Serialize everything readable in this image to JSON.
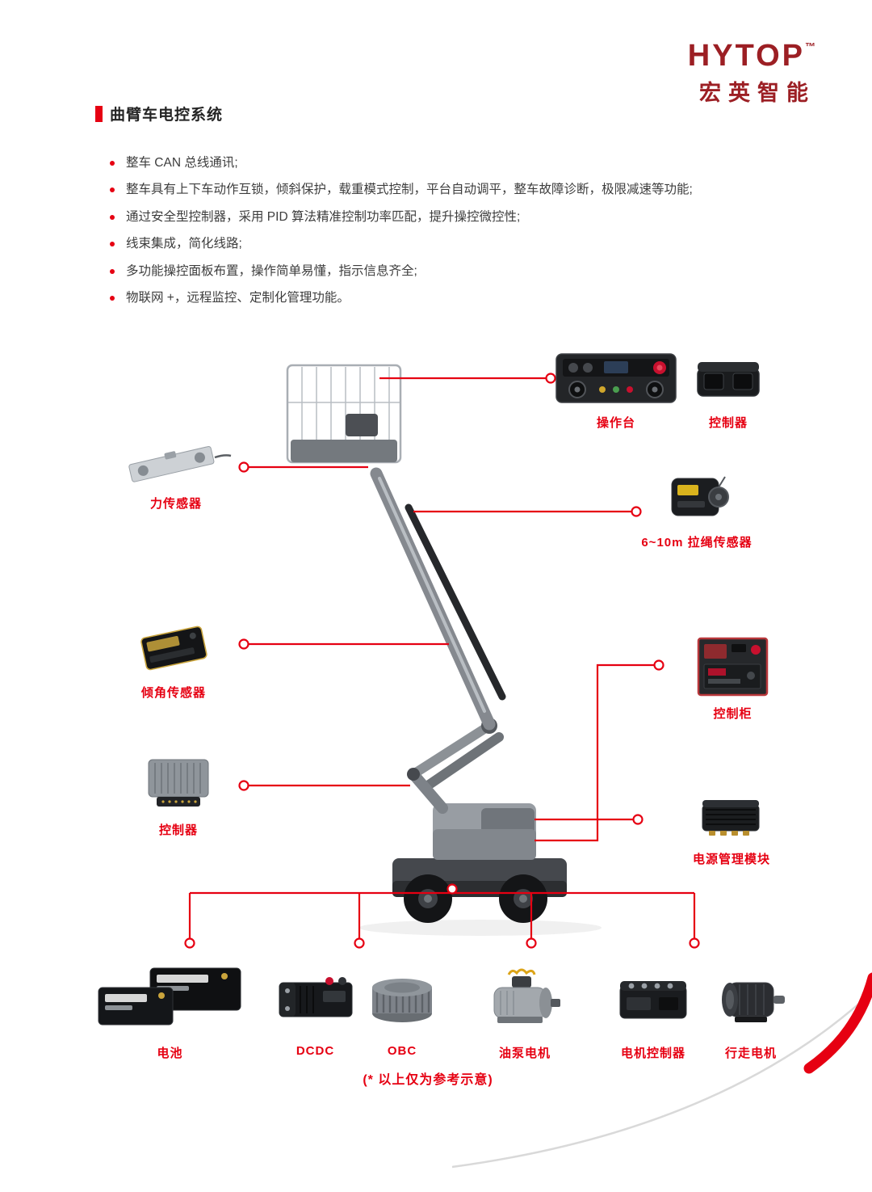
{
  "brand": {
    "name": "HYTOP",
    "tm": "™",
    "subtitle": "宏英智能"
  },
  "section": {
    "title": "曲臂车电控系统"
  },
  "bullets": [
    "整车 CAN 总线通讯;",
    "整车具有上下车动作互锁，倾斜保护，载重模式控制，平台自动调平，整车故障诊断，极限减速等功能;",
    "通过安全型控制器，采用 PID 算法精准控制功率匹配，提升操控微控性;",
    "线束集成，简化线路;",
    "多功能操控面板布置，操作简单易懂，指示信息齐全;",
    "物联网 +，远程监控、定制化管理功能。"
  ],
  "callouts": {
    "console": "操作台",
    "controller_top": "控制器",
    "force_sensor": "力传感器",
    "drawwire_sensor": "6~10m 拉绳传感器",
    "tilt_sensor": "倾角传感器",
    "controller_left": "控制器",
    "control_cabinet": "控制柜",
    "power_module": "电源管理模块"
  },
  "bottom": [
    "电池",
    "DCDC",
    "OBC",
    "油泵电机",
    "电机控制器",
    "行走电机"
  ],
  "footnote": "(* 以上仅为参考示意)",
  "colors": {
    "accent": "#e60012",
    "brand": "#9c1f24",
    "text": "#3d3d3d"
  }
}
